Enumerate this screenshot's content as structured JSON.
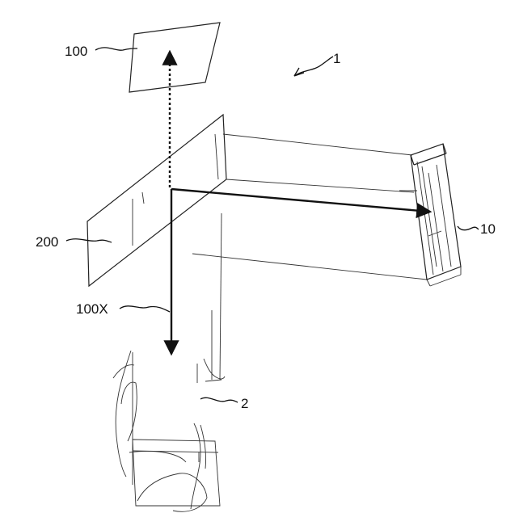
{
  "labels": {
    "system": "1",
    "display": "100",
    "combiner": "200",
    "screen": "10",
    "virtual_image": "100X",
    "eye": "2"
  }
}
